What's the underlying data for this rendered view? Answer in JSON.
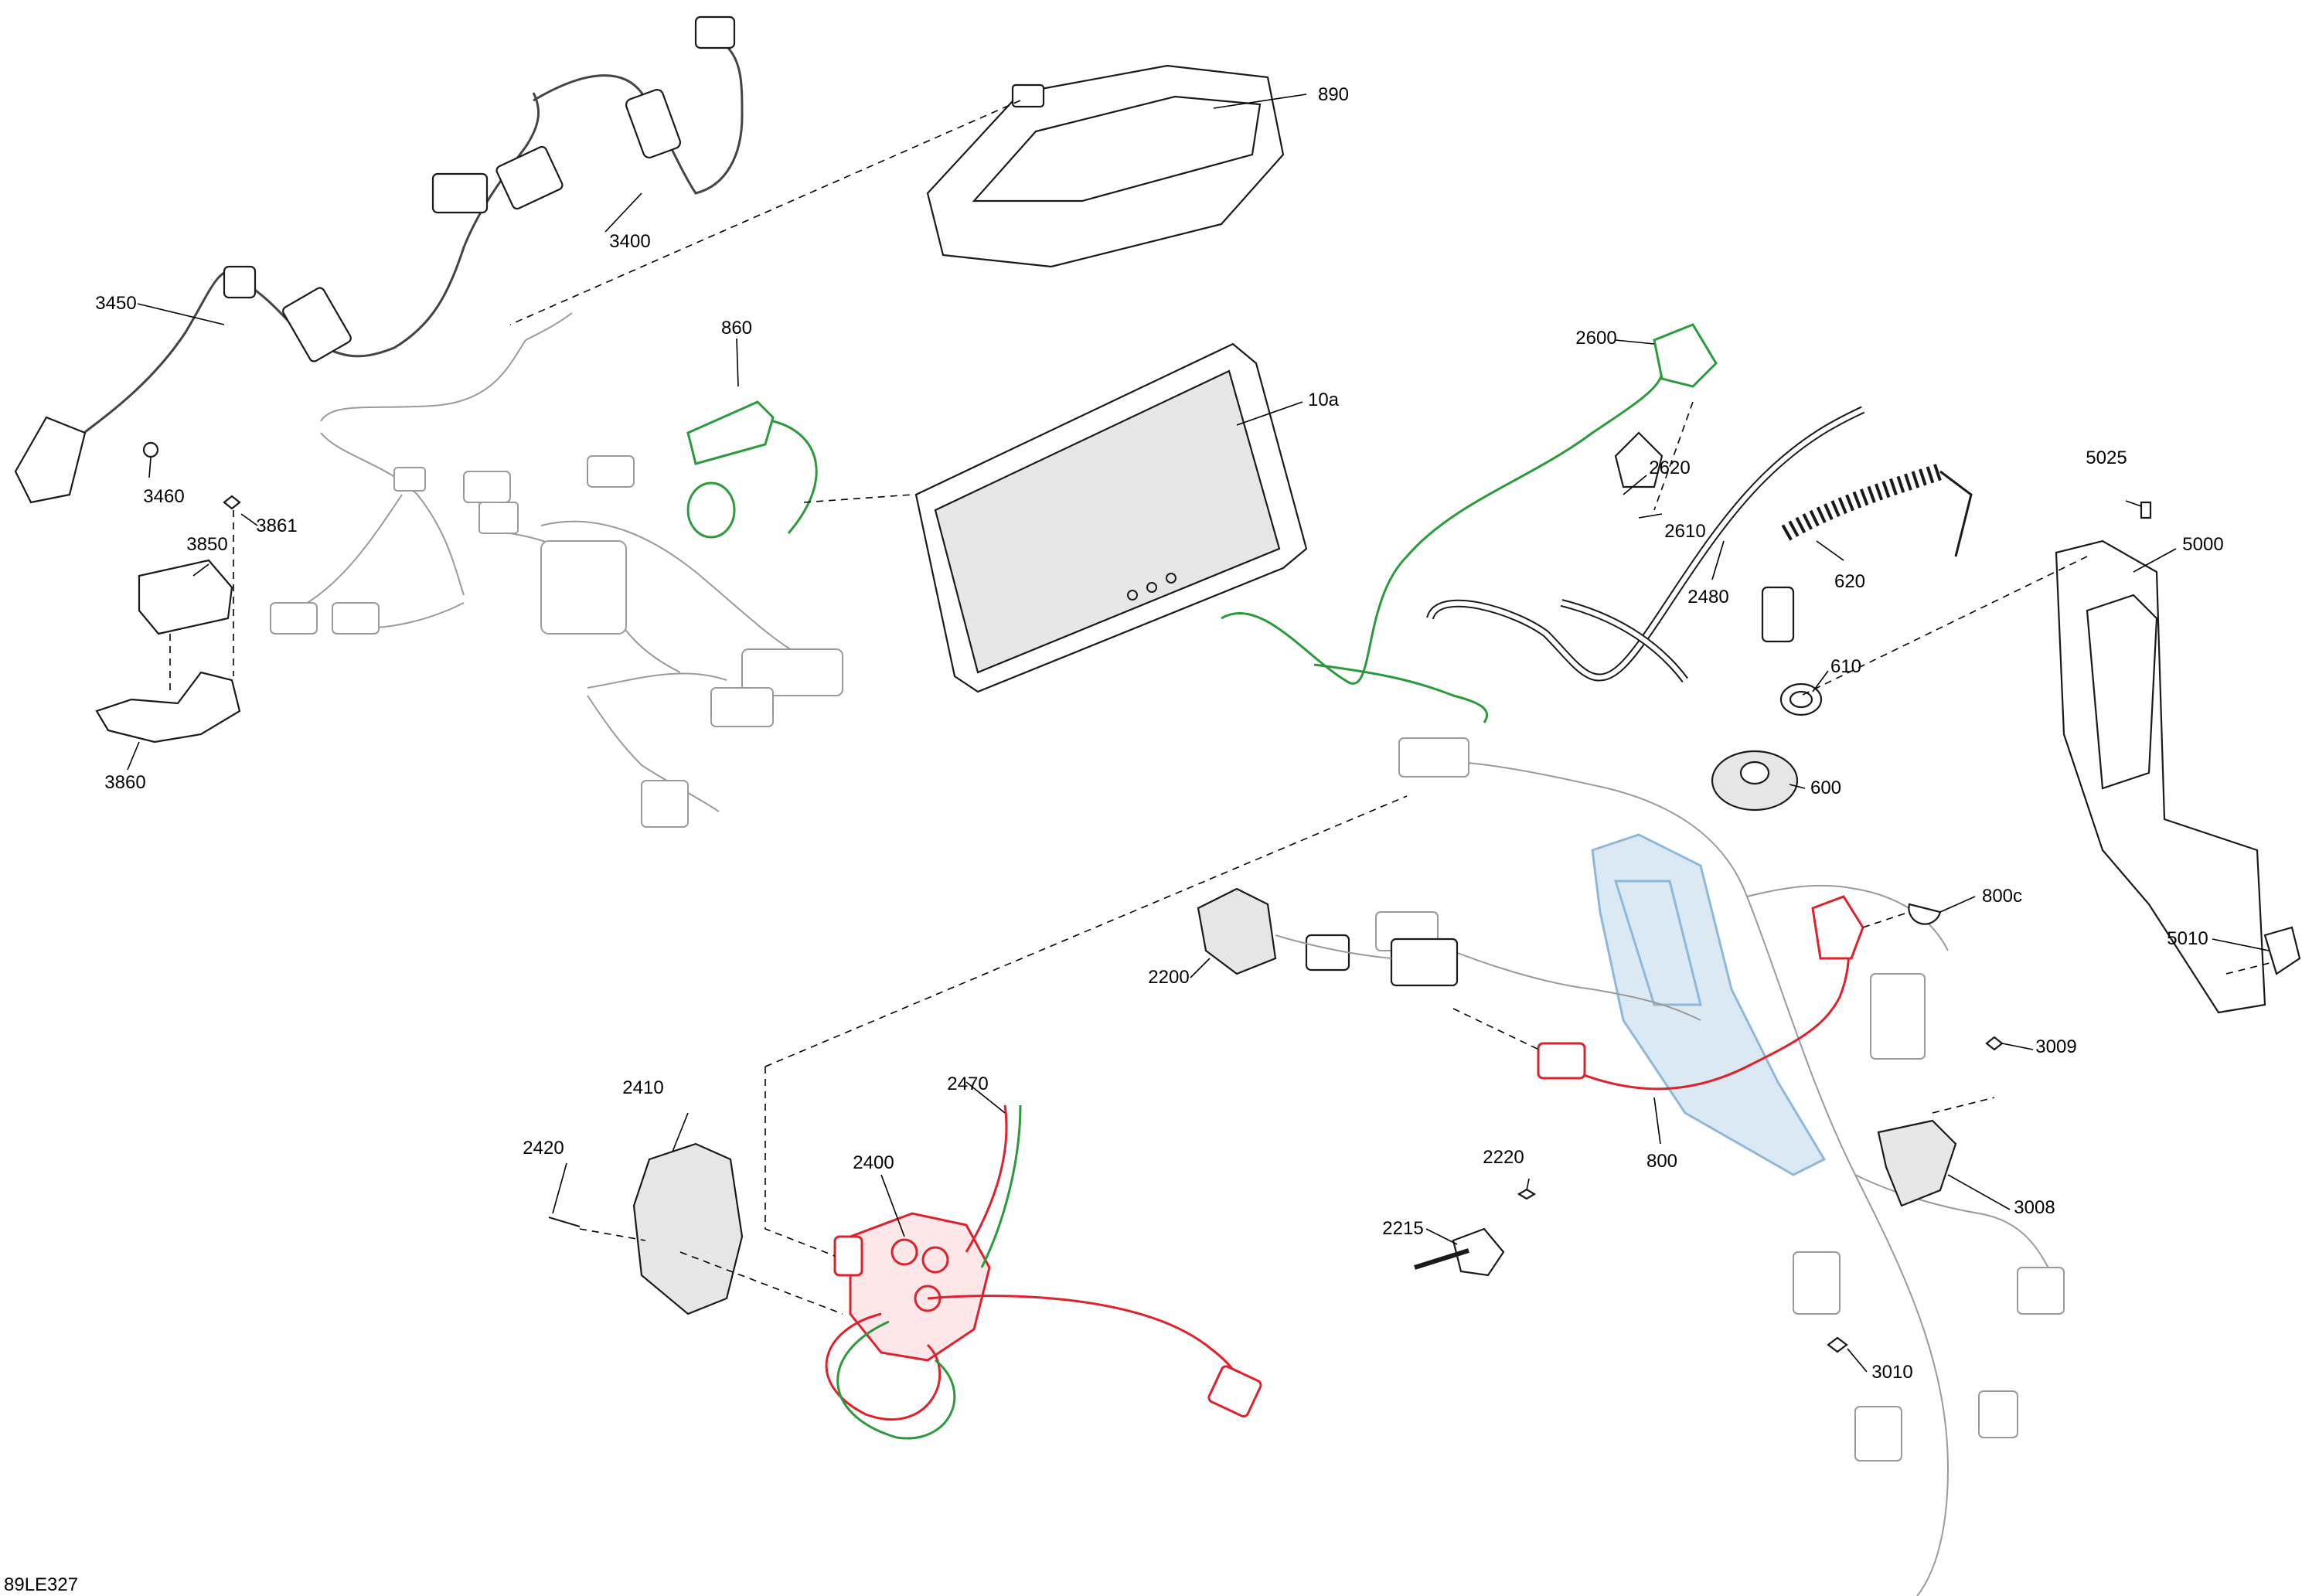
{
  "diagram_code": "89LE327",
  "colors": {
    "green": "#2a9a3c",
    "red": "#e0202a",
    "blue": "#8fb8d8",
    "line": "#1a1a1a",
    "ghost": "#9a9a9a"
  },
  "labels": [
    {
      "id": "890",
      "text": "890"
    },
    {
      "id": "3400",
      "text": "3400"
    },
    {
      "id": "3450",
      "text": "3450"
    },
    {
      "id": "860",
      "text": "860"
    },
    {
      "id": "10a",
      "text": "10a"
    },
    {
      "id": "2600",
      "text": "2600"
    },
    {
      "id": "2620",
      "text": "2620"
    },
    {
      "id": "2610",
      "text": "2610"
    },
    {
      "id": "2480",
      "text": "2480"
    },
    {
      "id": "620",
      "text": "620"
    },
    {
      "id": "5025",
      "text": "5025"
    },
    {
      "id": "5000",
      "text": "5000"
    },
    {
      "id": "3460",
      "text": "3460"
    },
    {
      "id": "3861",
      "text": "3861"
    },
    {
      "id": "3850",
      "text": "3850"
    },
    {
      "id": "3860",
      "text": "3860"
    },
    {
      "id": "610",
      "text": "610"
    },
    {
      "id": "600",
      "text": "600"
    },
    {
      "id": "800c",
      "text": "800c"
    },
    {
      "id": "5010",
      "text": "5010"
    },
    {
      "id": "2200",
      "text": "2200"
    },
    {
      "id": "3009",
      "text": "3009"
    },
    {
      "id": "800",
      "text": "800"
    },
    {
      "id": "2410",
      "text": "2410"
    },
    {
      "id": "2470",
      "text": "2470"
    },
    {
      "id": "2420",
      "text": "2420"
    },
    {
      "id": "2400",
      "text": "2400"
    },
    {
      "id": "2220",
      "text": "2220"
    },
    {
      "id": "2215",
      "text": "2215"
    },
    {
      "id": "3008",
      "text": "3008"
    },
    {
      "id": "3010",
      "text": "3010"
    }
  ]
}
